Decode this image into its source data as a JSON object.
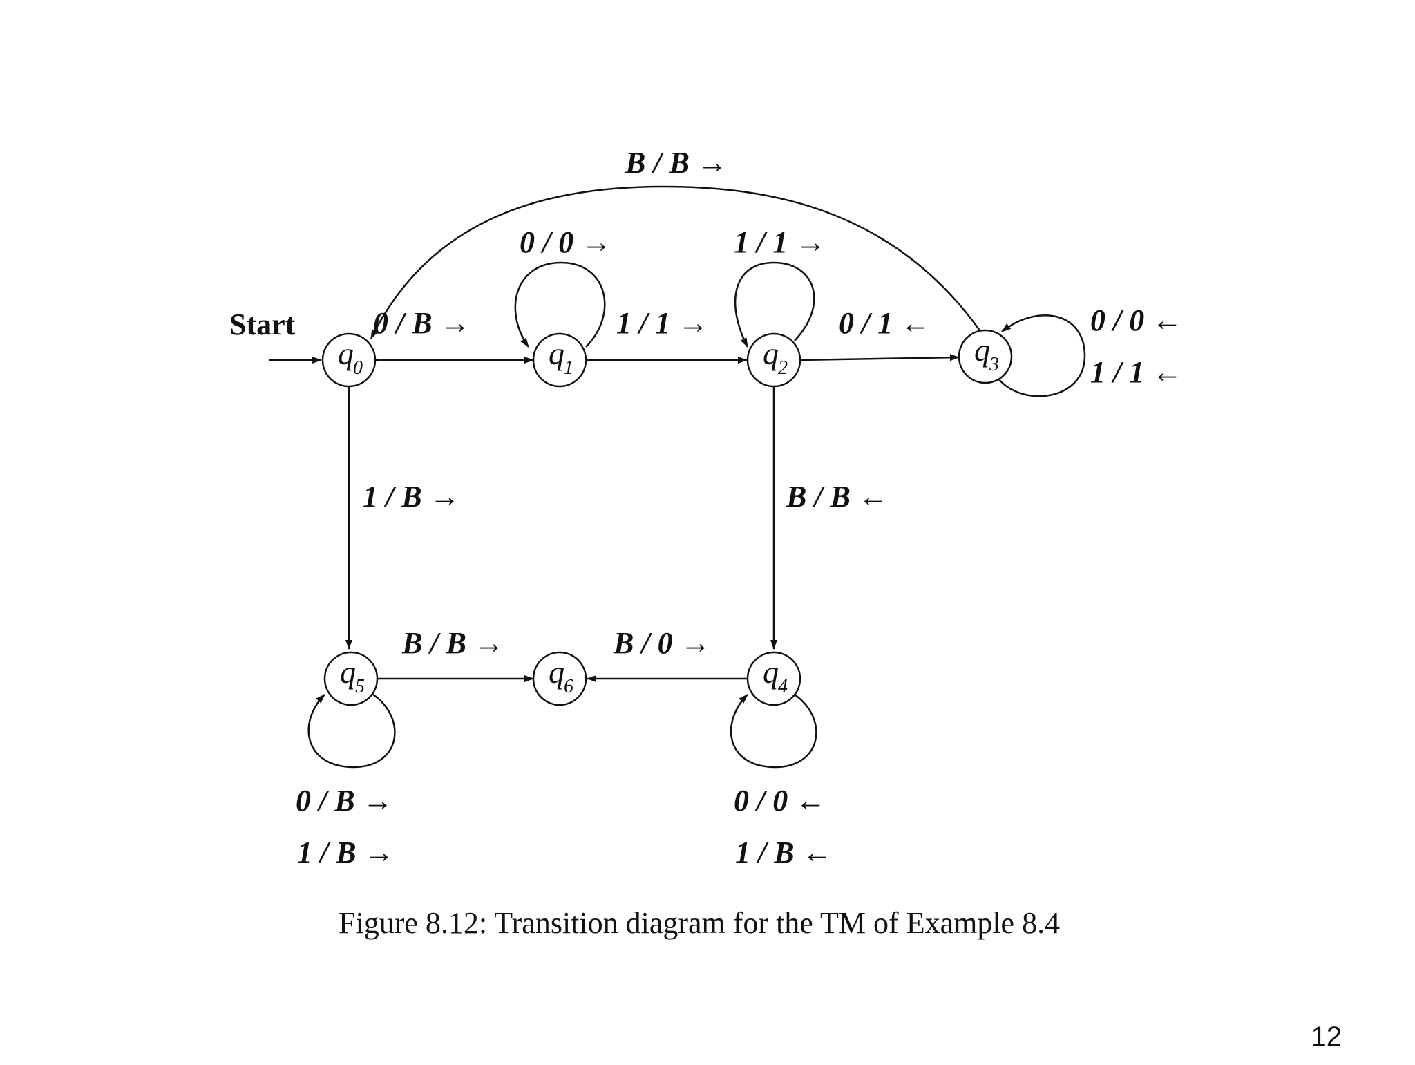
{
  "diagram": {
    "start_label": "Start",
    "states": [
      {
        "id": "q0",
        "letter": "q",
        "sub": "0"
      },
      {
        "id": "q1",
        "letter": "q",
        "sub": "1"
      },
      {
        "id": "q2",
        "letter": "q",
        "sub": "2"
      },
      {
        "id": "q3",
        "letter": "q",
        "sub": "3"
      },
      {
        "id": "q4",
        "letter": "q",
        "sub": "4"
      },
      {
        "id": "q5",
        "letter": "q",
        "sub": "5"
      },
      {
        "id": "q6",
        "letter": "q",
        "sub": "6"
      }
    ],
    "transitions": [
      {
        "id": "q3-q0",
        "label": "B / B →"
      },
      {
        "id": "q1-q1",
        "label": "0 / 0 →"
      },
      {
        "id": "q2-q2",
        "label": "1 / 1 →"
      },
      {
        "id": "q0-q1",
        "label": "0 / B →"
      },
      {
        "id": "q1-q2",
        "label": "1 / 1 →"
      },
      {
        "id": "q2-q3",
        "label": "0 / 1 ←"
      },
      {
        "id": "q3-q3-a",
        "label": "0 / 0 ←"
      },
      {
        "id": "q3-q3-b",
        "label": "1 / 1 ←"
      },
      {
        "id": "q0-q5",
        "label": "1 / B →"
      },
      {
        "id": "q2-q4",
        "label": "B / B ←"
      },
      {
        "id": "q5-q6",
        "label": "B / B →"
      },
      {
        "id": "q4-q6",
        "label": "B / 0 →"
      },
      {
        "id": "q5-q5-a",
        "label": "0 / B →"
      },
      {
        "id": "q5-q5-b",
        "label": "1 / B →"
      },
      {
        "id": "q4-q4-a",
        "label": "0 / 0 ←"
      },
      {
        "id": "q4-q4-b",
        "label": "1 / B ←"
      }
    ]
  },
  "caption": "Figure 8.12: Transition diagram for the TM of Example 8.4",
  "page_number": "12"
}
